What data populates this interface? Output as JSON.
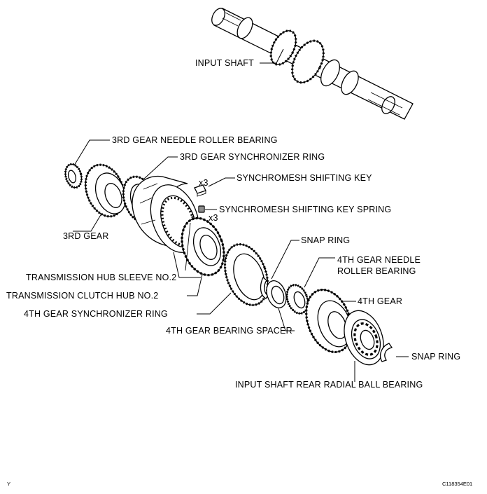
{
  "labels": {
    "input_shaft": "INPUT SHAFT",
    "third_gear_needle_roller_bearing": "3RD GEAR NEEDLE ROLLER BEARING",
    "third_gear_synchronizer_ring": "3RD GEAR SYNCHRONIZER RING",
    "synchromesh_shifting_key": "SYNCHROMESH SHIFTING KEY",
    "synchromesh_shifting_key_spring": "SYNCHROMESH SHIFTING KEY SPRING",
    "qty_key": "x3",
    "qty_spring": "x3",
    "third_gear": "3RD GEAR",
    "snap_ring_top": "SNAP RING",
    "fourth_gear_needle_line1": "4TH GEAR NEEDLE",
    "fourth_gear_needle_line2": "ROLLER BEARING",
    "transmission_hub_sleeve": "TRANSMISSION HUB SLEEVE NO.2",
    "fourth_gear": "4TH GEAR",
    "transmission_clutch_hub": "TRANSMISSION CLUTCH HUB NO.2",
    "fourth_gear_synchronizer_ring": "4TH GEAR SYNCHRONIZER RING",
    "fourth_gear_bearing_spacer": "4TH GEAR BEARING SPACER",
    "snap_ring_bottom": "SNAP RING",
    "input_shaft_rear_radial_ball_bearing": "INPUT SHAFT REAR RADIAL BALL BEARING"
  },
  "corner_left": "Y",
  "figure_code": "C118354E01"
}
